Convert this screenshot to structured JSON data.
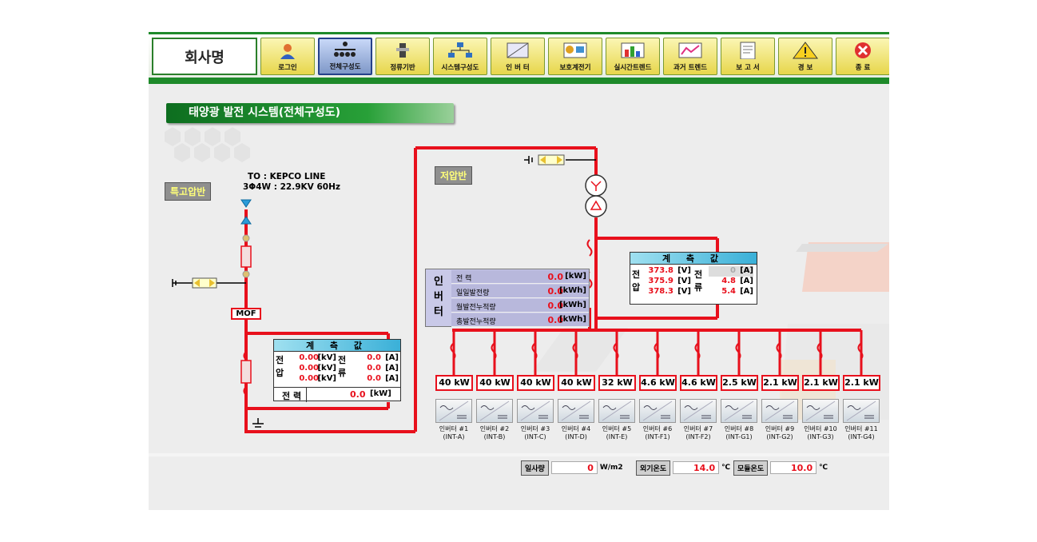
{
  "company": "회사명",
  "toolbar": [
    {
      "label": "로그인",
      "icon": "login-icon"
    },
    {
      "label": "전체구성도",
      "icon": "network-diagram-icon",
      "active": true
    },
    {
      "label": "정류기반",
      "icon": "rectifier-icon"
    },
    {
      "label": "시스템구성도",
      "icon": "system-config-icon"
    },
    {
      "label": "인 버 터",
      "icon": "inverter-icon"
    },
    {
      "label": "보호계전기",
      "icon": "protection-relay-icon"
    },
    {
      "label": "실시간트렌드",
      "icon": "realtime-trend-icon"
    },
    {
      "label": "과거 트렌드",
      "icon": "history-trend-icon"
    },
    {
      "label": "보 고 서",
      "icon": "report-icon"
    },
    {
      "label": "경   보",
      "icon": "alarm-icon"
    },
    {
      "label": "종   료",
      "icon": "exit-icon"
    }
  ],
  "page_title": "태양광 발전 시스템(전체구성도)",
  "high_voltage": {
    "label": "특고압반",
    "line_to": "TO : KEPCO LINE",
    "line_spec": "3Φ4W : 22.9KV 60Hz",
    "mof": "MOF",
    "meas": {
      "title": "계 측 값",
      "volt_label": "전압",
      "curr_label": "전류",
      "power_label": "전 력",
      "volts": [
        {
          "v": "0.00",
          "u": "[kV]"
        },
        {
          "v": "0.00",
          "u": "[kV]"
        },
        {
          "v": "0.00",
          "u": "[kV]"
        }
      ],
      "currents": [
        {
          "v": "0.0",
          "u": "[A]"
        },
        {
          "v": "0.0",
          "u": "[A]"
        },
        {
          "v": "0.0",
          "u": "[A]"
        }
      ],
      "power": "0.0",
      "power_unit": "[kW]"
    }
  },
  "low_voltage": {
    "label": "저압반",
    "meas": {
      "title": "계 측 값",
      "volt_label": "전압",
      "curr_label": "전류",
      "volts": [
        {
          "v": "373.8",
          "u": "[V]"
        },
        {
          "v": "375.9",
          "u": "[V]"
        },
        {
          "v": "378.3",
          "u": "[V]"
        }
      ],
      "currents": [
        {
          "v": "0",
          "u": "[A]"
        },
        {
          "v": "4.8",
          "u": "[A]"
        },
        {
          "v": "5.4",
          "u": "[A]"
        }
      ]
    }
  },
  "inverter_panel": {
    "side_label": "인버터",
    "rows": [
      {
        "label": "전          력",
        "value": "0.0",
        "unit": "[kW]"
      },
      {
        "label": "일일발전량",
        "value": "0.0",
        "unit": "[kWh]"
      },
      {
        "label": "월발전누적량",
        "value": "0.0",
        "unit": "[kWh]"
      },
      {
        "label": "총발전누적량",
        "value": "0.0",
        "unit": "[kWh]"
      }
    ]
  },
  "inverters": [
    {
      "kw": "40 kW",
      "name": "인버터 #1",
      "id": "(INT-A)"
    },
    {
      "kw": "40 kW",
      "name": "인버터 #2",
      "id": "(INT-B)"
    },
    {
      "kw": "40 kW",
      "name": "인버터 #3",
      "id": "(INT-C)"
    },
    {
      "kw": "40 kW",
      "name": "인버터 #4",
      "id": "(INT-D)"
    },
    {
      "kw": "32 kW",
      "name": "인버터 #5",
      "id": "(INT-E)"
    },
    {
      "kw": "4.6 kW",
      "name": "인버터 #6",
      "id": "(INT-F1)"
    },
    {
      "kw": "4.6 kW",
      "name": "인버터 #7",
      "id": "(INT-F2)"
    },
    {
      "kw": "2.5 kW",
      "name": "인버터 #8",
      "id": "(INT-G1)"
    },
    {
      "kw": "2.1 kW",
      "name": "인버터 #9",
      "id": "(INT-G2)"
    },
    {
      "kw": "2.1 kW",
      "name": "인버터 #10",
      "id": "(INT-G3)"
    },
    {
      "kw": "2.1 kW",
      "name": "인버터 #11",
      "id": "(INT-G4)"
    }
  ],
  "status": [
    {
      "label": "일사량",
      "value": "0",
      "unit": "W/m2"
    },
    {
      "label": "외기온도",
      "value": "14.0",
      "unit": "℃"
    },
    {
      "label": "모듈온도",
      "value": "10.0",
      "unit": "℃"
    }
  ],
  "colors": {
    "wire": "#e8101c",
    "accent": "#1e8a2a",
    "header_cell": "#3ab0d8"
  }
}
